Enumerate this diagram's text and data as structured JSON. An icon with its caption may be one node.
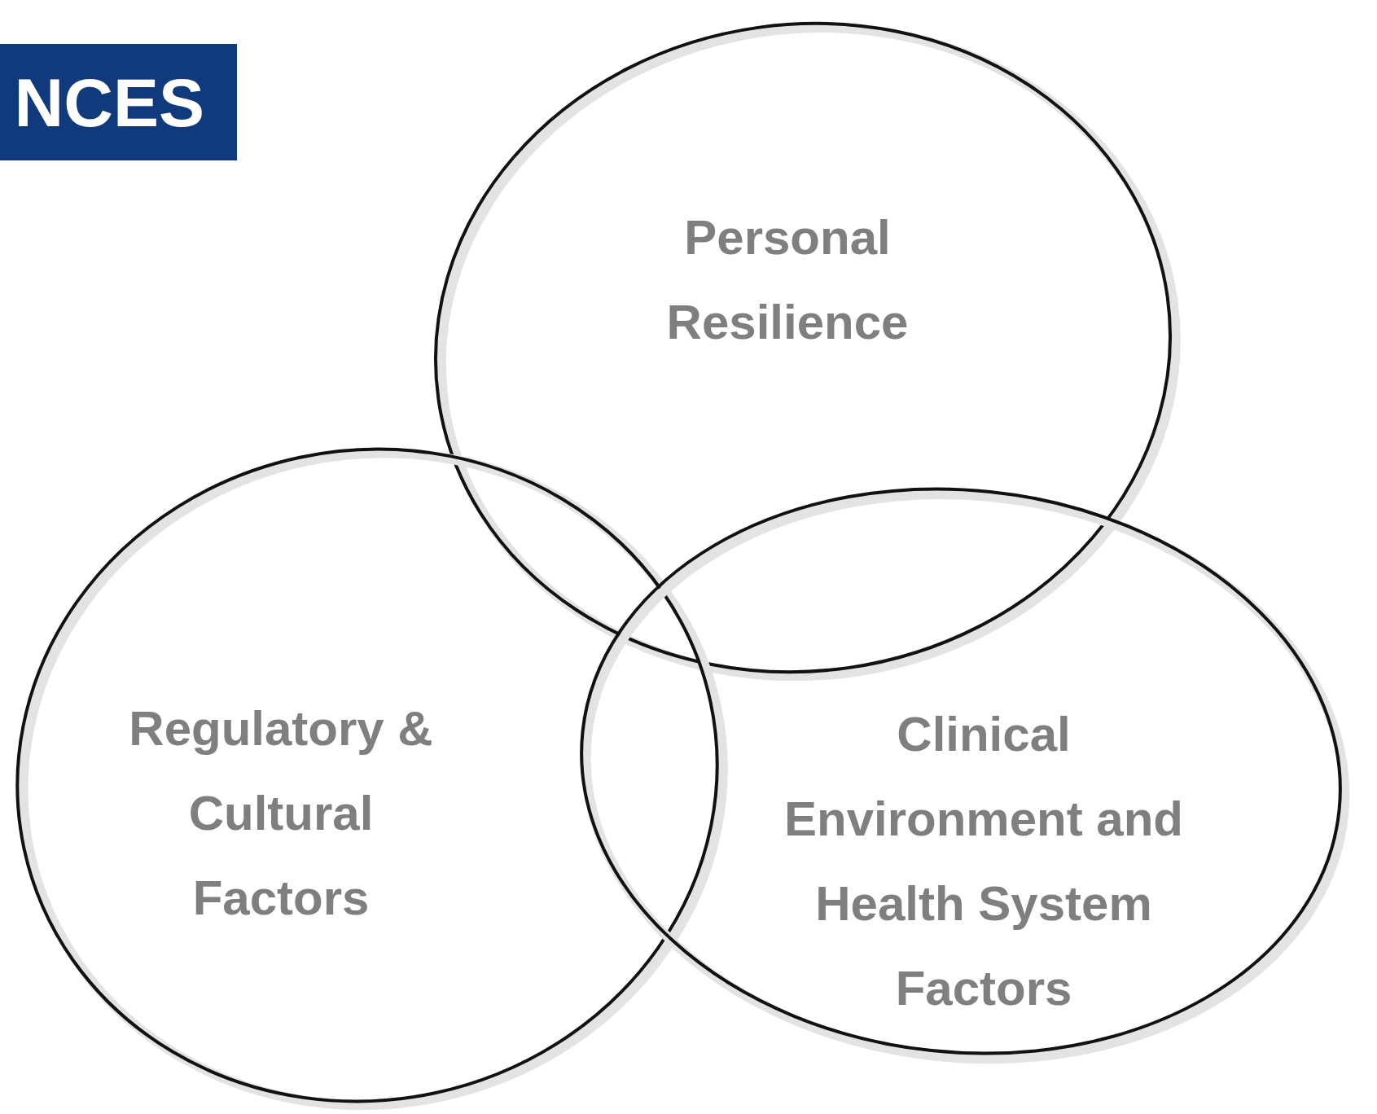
{
  "diagram": {
    "title": "NCES",
    "nodes": [
      {
        "text": [
          "Personal Resilience"
        ]
      },
      {
        "text": [
          "Regulatory & Cultural Factors"
        ]
      },
      {
        "text": [
          "Clinical Environment and Health System Factors"
        ]
      }
    ]
  }
}
